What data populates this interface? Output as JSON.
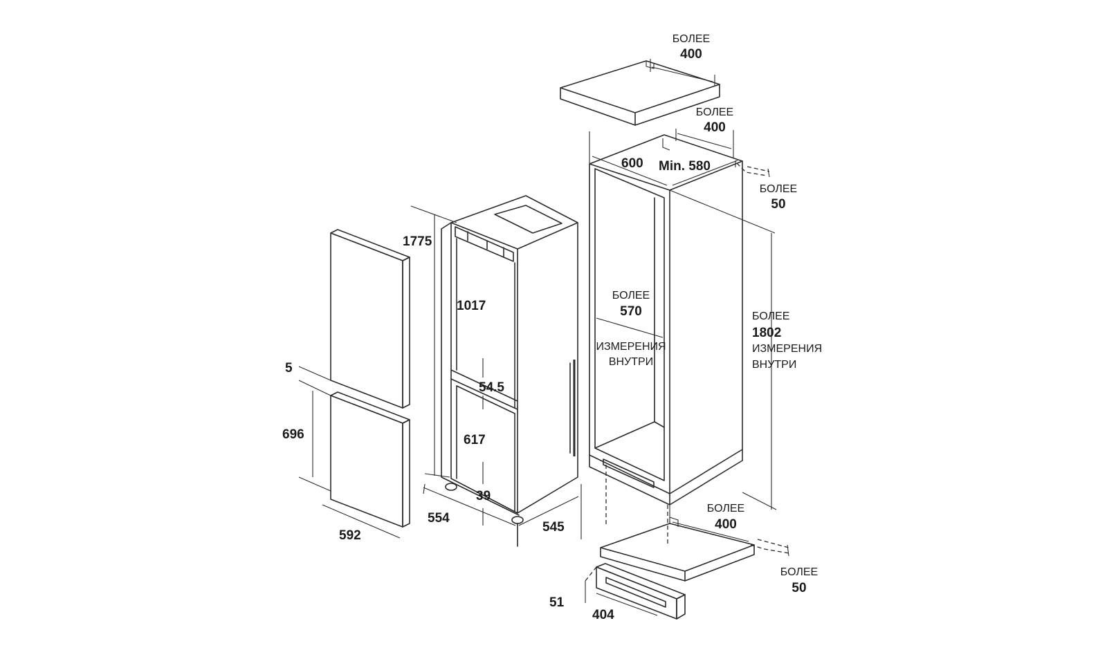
{
  "labels": {
    "word_more": "БОЛЕЕ",
    "word_inside_1": "ИЗМЕРЕНИЯ",
    "word_inside_2": "ВНУТРИ",
    "top_panel_depth": "400",
    "cabinet_top_depth": "400",
    "cabinet_width": "600",
    "cabinet_min_depth": "Min. 580",
    "rear_gap_top": "50",
    "inner_width": "570",
    "inner_height": "1802",
    "appliance_height": "1775",
    "upper_door_height": "1017",
    "gap_between": "54.5",
    "lower_door_height": "617",
    "plinth_gap": "39",
    "appliance_width": "554",
    "appliance_depth": "545",
    "panel_gap": "5",
    "panel_lower_height": "696",
    "panel_width": "592",
    "bottom_shelf_depth": "400",
    "rear_gap_bottom": "50",
    "plinth_height": "51",
    "plinth_width": "404"
  }
}
